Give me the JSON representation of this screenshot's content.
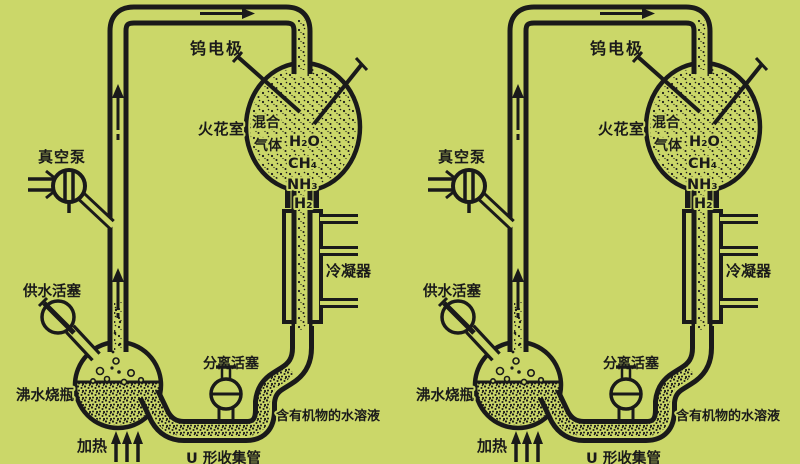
{
  "background_color": "#cbd769",
  "ink_color": "#1a1a1a",
  "figure": "Miller-Urey spark discharge apparatus, duplicated twice side by side",
  "panels": [
    {
      "labels": {
        "tungsten_electrode": "钨电极",
        "vacuum_pump": "真空泵",
        "spark_chamber": "火花室",
        "mixed_gas_line1": "混合",
        "mixed_gas_line2": "气体",
        "gases": [
          "H₂O",
          "CH₄",
          "NH₃",
          "H₂"
        ],
        "condenser": "冷凝器",
        "water_supply_stopcock": "供水活塞",
        "boiling_flask": "沸水烧瓶",
        "heating": "加热",
        "separation_stopcock": "分离活塞",
        "organic_solution": "含有机物的水溶液",
        "u_tube": "U 形收集管"
      }
    },
    {
      "labels": {
        "tungsten_electrode": "钨电极",
        "vacuum_pump": "真空泵",
        "spark_chamber": "火花室",
        "mixed_gas_line1": "混合",
        "mixed_gas_line2": "气体",
        "gases": [
          "H₂O",
          "CH₄",
          "NH₃",
          "H₂"
        ],
        "condenser": "冷凝器",
        "water_supply_stopcock": "供水活塞",
        "boiling_flask": "沸水烧瓶",
        "heating": "加热",
        "separation_stopcock": "分离活塞",
        "organic_solution": "含有机物的水溶液",
        "u_tube": "U 形收集管"
      }
    }
  ]
}
